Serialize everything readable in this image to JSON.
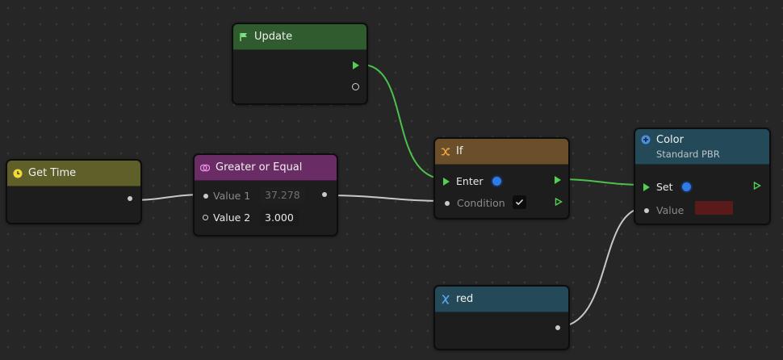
{
  "colors": {
    "update_header": "#2f5b2f",
    "gettime_header": "#5f5f2a",
    "compare_header": "#6a2c64",
    "if_header": "#6b4f2a",
    "color_header": "#244a5a",
    "red_header": "#244a5a",
    "flow_wire": "#4cc04c",
    "data_wire": "#c8c8c8",
    "accent_blue": "#2f7be8"
  },
  "nodes": {
    "update": {
      "title": "Update",
      "icon": "flag-icon"
    },
    "get_time": {
      "title": "Get Time",
      "icon": "clock-icon"
    },
    "compare": {
      "title": "Greater or Equal",
      "icon": "compare-icon",
      "inputs": [
        {
          "label": "Value 1",
          "value": "37.278"
        },
        {
          "label": "Value 2",
          "value": "3.000"
        }
      ]
    },
    "if": {
      "title": "If",
      "icon": "branch-icon",
      "inputs": [
        {
          "label": "Enter"
        },
        {
          "label": "Condition"
        }
      ]
    },
    "color": {
      "title": "Color",
      "subtitle": "Standard PBR",
      "icon": "plus-circle-icon",
      "inputs": [
        {
          "label": "Set"
        },
        {
          "label": "Value"
        }
      ]
    },
    "red": {
      "title": "red",
      "icon": "variable-icon"
    }
  }
}
